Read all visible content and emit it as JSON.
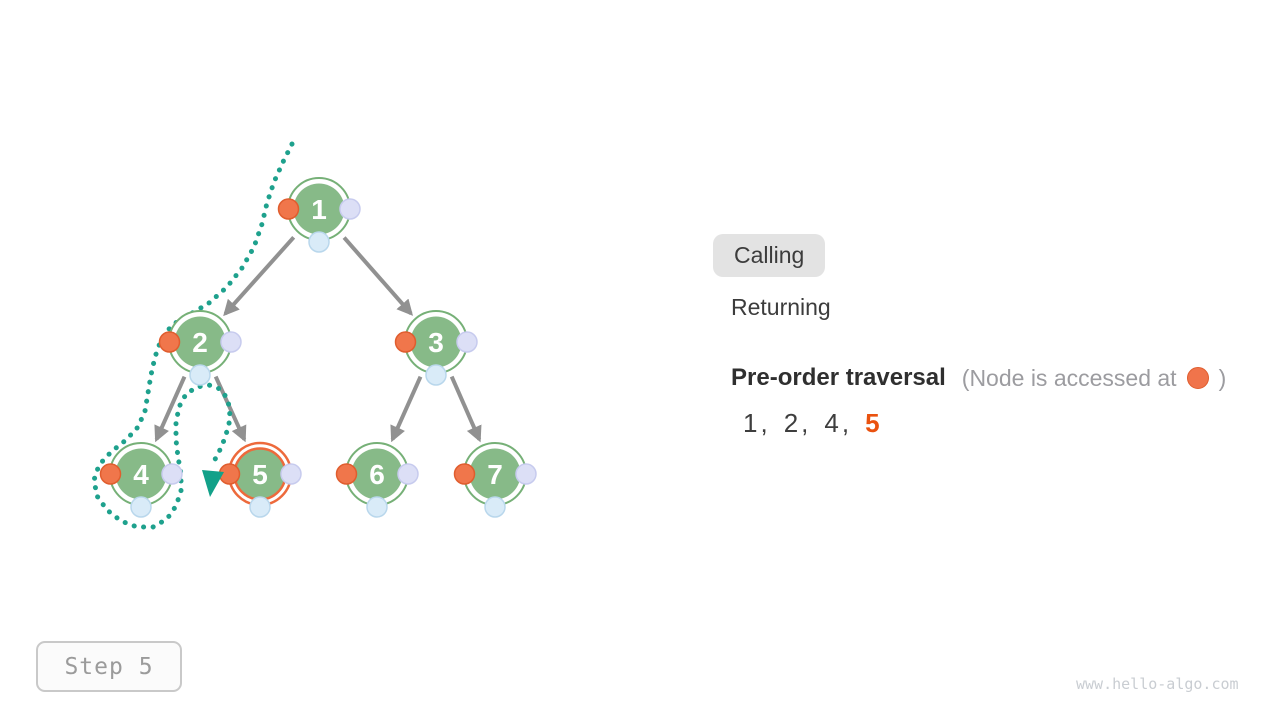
{
  "tree": {
    "nodes": [
      {
        "value": "1"
      },
      {
        "value": "2"
      },
      {
        "value": "3"
      },
      {
        "value": "4"
      },
      {
        "value": "5"
      },
      {
        "value": "6"
      },
      {
        "value": "7"
      }
    ],
    "edges": [
      [
        "1",
        "2"
      ],
      [
        "1",
        "3"
      ],
      [
        "2",
        "4"
      ],
      [
        "2",
        "5"
      ],
      [
        "3",
        "6"
      ],
      [
        "3",
        "7"
      ]
    ],
    "current_node": "5",
    "node_markers": [
      "calling-dot-orange-left",
      "right-dot-lavender",
      "bottom-dot-lightblue"
    ]
  },
  "legend": {
    "calling_label": "Calling",
    "returning_label": "Returning",
    "active_state": "Calling"
  },
  "traversal": {
    "title": "Pre-order traversal",
    "note_prefix": "(Node is accessed at",
    "note_suffix": ")",
    "sequence": [
      "1",
      "2",
      "4",
      "5"
    ],
    "separator": ",",
    "highlight_index": 3
  },
  "step": {
    "text": "Step 5"
  },
  "watermark": "www.hello-algo.com",
  "colors": {
    "node_fill_green": "#87BA88",
    "node_ring_green": "#76B077",
    "current_ring_orange": "#ED6A3C",
    "access_dot_orange": "#F0764B",
    "right_dot_lavender": "#DCDFF6",
    "bottom_dot_lightblue": "#D9EBF8",
    "edge_gray": "#919191",
    "path_teal": "#1EA18D",
    "highlight_orange": "#EA520F",
    "chip_bg": "#E3E3E3"
  }
}
